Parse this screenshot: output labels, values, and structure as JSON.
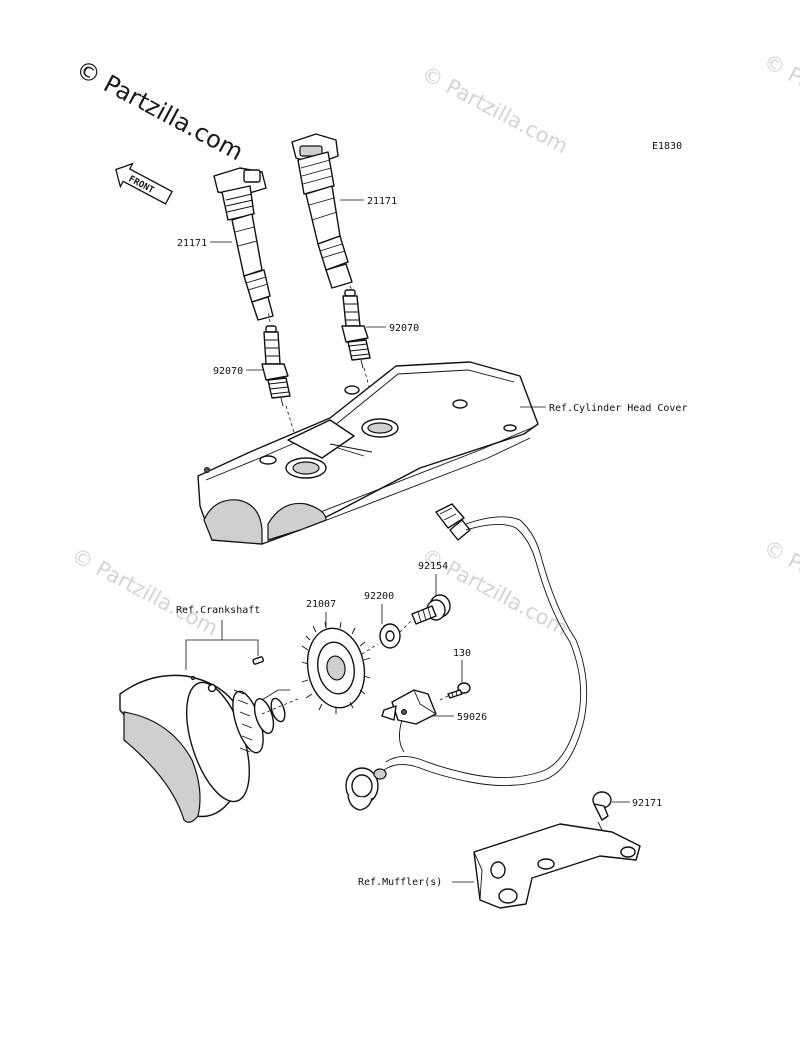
{
  "watermark": {
    "main": "© Partzilla.com",
    "faint": "© Partzilla.com"
  },
  "diagram_code": "E1830",
  "front_label": "FRONT",
  "labels": {
    "coil_left": "21171",
    "coil_right": "21171",
    "plug_left": "92070",
    "plug_right": "92070",
    "head_cover": "Ref.Cylinder Head Cover",
    "bolt": "92154",
    "washer": "92200",
    "rotor": "21007",
    "crankshaft": "Ref.Crankshaft",
    "screw": "130",
    "sensor": "59026",
    "clamp": "92171",
    "muffler": "Ref.Muffler(s)"
  }
}
